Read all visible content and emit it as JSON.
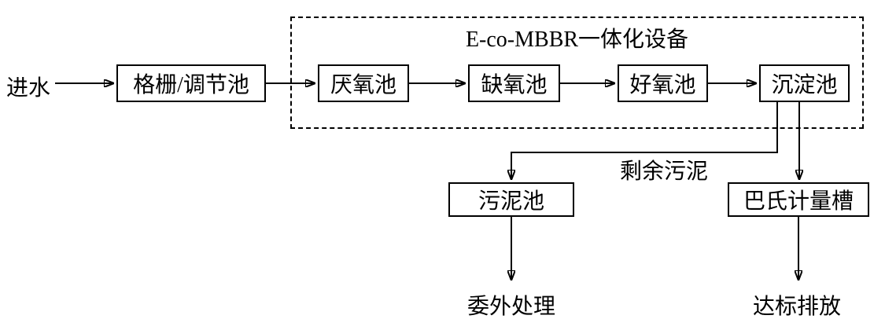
{
  "diagram": {
    "group_title": "E-co-MBBR一体化设备",
    "nodes": {
      "influent": "进水",
      "screen_regulation_tank": "格栅/调节池",
      "anaerobic_tank": "厌氧池",
      "anoxic_tank": "缺氧池",
      "aerobic_tank": "好氧池",
      "sedimentation_tank": "沉淀池",
      "sludge_tank": "污泥池",
      "parshall_flume": "巴氏计量槽",
      "outsourced_treatment": "委外处理",
      "standard_discharge": "达标排放"
    },
    "edge_labels": {
      "excess_sludge": "剩余污泥"
    },
    "colors": {
      "line": "#000000",
      "background": "#ffffff"
    }
  }
}
